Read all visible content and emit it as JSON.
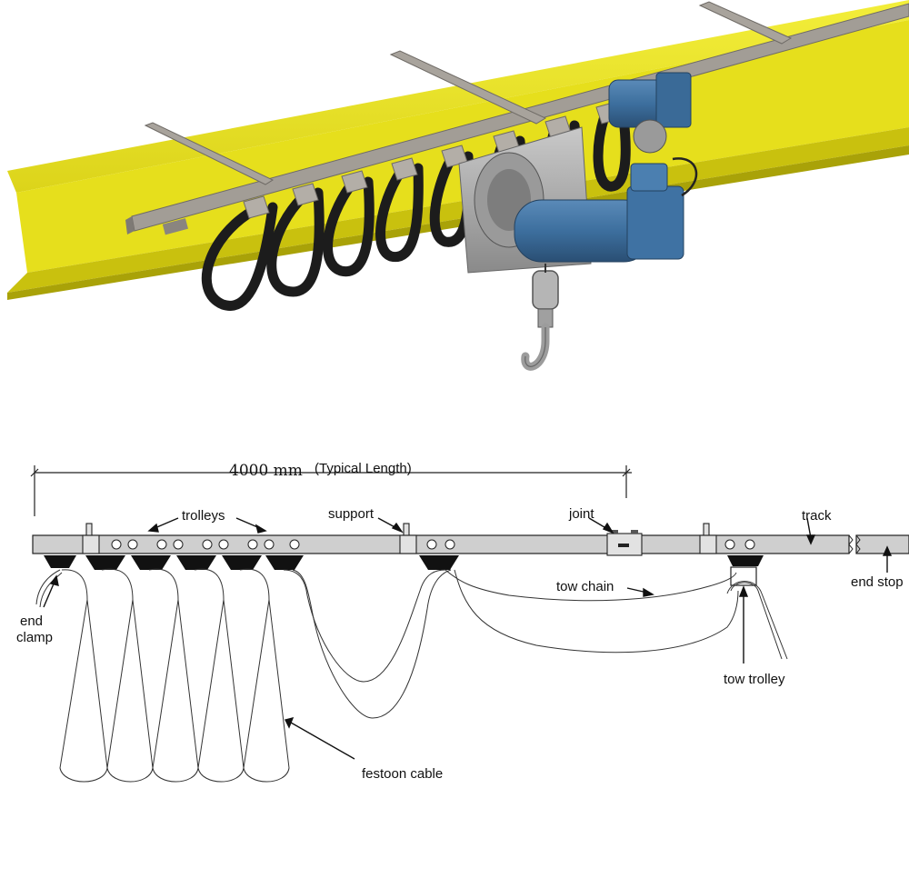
{
  "illustration": {
    "subject": "3D render of yellow I-beam with festoon cable track and electric wire-rope hoist",
    "colors": {
      "beam": "#e8e21a",
      "beam_shadow": "#b8b00a",
      "track": "#9a9590",
      "cable": "#1c1c1c",
      "motor": "#3d6f9e",
      "hoist_body": "#a8a8a8"
    }
  },
  "schematic": {
    "dimension_value": "4000 mm",
    "dimension_note": "(Typical Length)",
    "labels": {
      "trolleys": "trolleys",
      "support": "support",
      "joint": "joint",
      "track": "track",
      "tow_chain": "tow chain",
      "end_stop": "end stop",
      "end_clamp_line1": "end",
      "end_clamp_line2": "clamp",
      "tow_trolley": "tow trolley",
      "festoon_cable": "festoon cable"
    },
    "colors": {
      "line": "#222222",
      "track_fill": "#cfcfcf",
      "trolley": "#111111"
    }
  }
}
